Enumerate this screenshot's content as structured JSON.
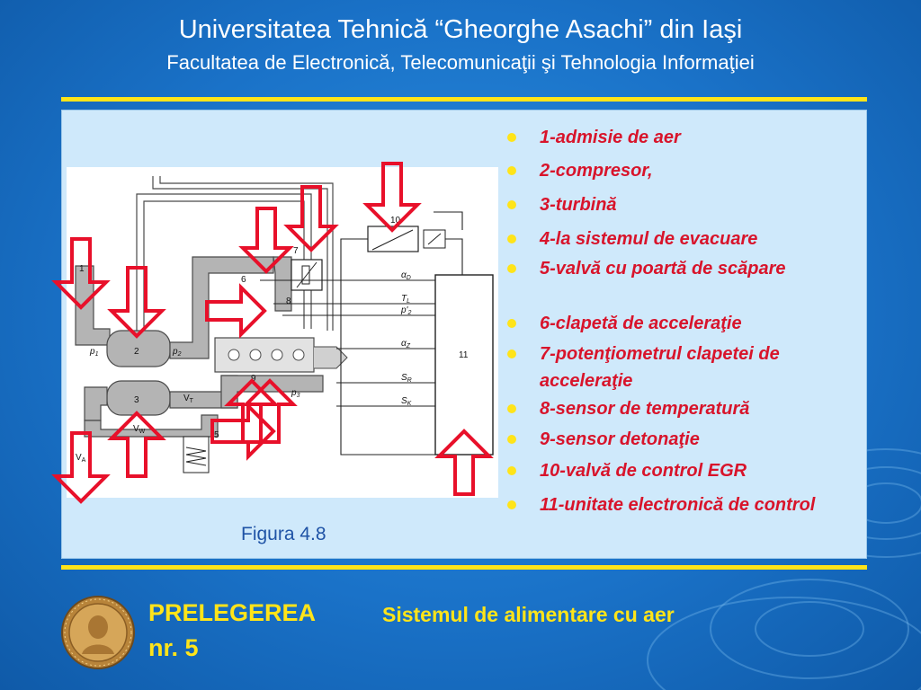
{
  "header": {
    "university": "Universitatea Tehnică “Gheorghe Asachi” din Iaşi",
    "faculty": "Facultatea de Electronică, Telecomunicaţii şi Tehnologia Informaţiei"
  },
  "figure": {
    "caption": "Figura 4.8",
    "labels": {
      "n1": "1",
      "n2": "2",
      "n3": "3",
      "n5": "5",
      "n6": "6",
      "n7": "7",
      "n8": "8",
      "n9": "9",
      "n10": "10",
      "n11": "11",
      "p1": "p",
      "p1s": "1",
      "p2": "p",
      "p2s": "2",
      "p3": "p",
      "p3s": "3",
      "vt": "V",
      "vts": "T",
      "vw": "V",
      "vws": "W",
      "va": "V",
      "vas": "A",
      "alphaD": "α",
      "alphaDs": "D",
      "tl": "T",
      "tls": "L",
      "p2p": "p'",
      "p2ps": "2",
      "alphaZ": "α",
      "alphaZs": "Z",
      "sr": "S",
      "srs": "R",
      "sk": "S",
      "sks": "K"
    }
  },
  "legend": [
    "1-admisie de aer",
    "2-compresor,",
    "3-turbină",
    "4-la sistemul de evacuare",
    "5-valvă cu poartă de scăpare",
    "6-clapetă de acceleraţie",
    "7-potenţiometrul clapetei de acceleraţie",
    "8-sensor de temperatură",
    "9-sensor detonaţie",
    "10-valvă de control EGR",
    "11-unitate electronică de control"
  ],
  "footer": {
    "lecture": "PRELEGEREA",
    "number": "nr. 5",
    "topic": "Sistemul de alimentare cu aer"
  },
  "colors": {
    "accent": "#ffe419",
    "legend_text": "#d8142b",
    "arrow": "#e8102a",
    "caption": "#1f53a6"
  }
}
